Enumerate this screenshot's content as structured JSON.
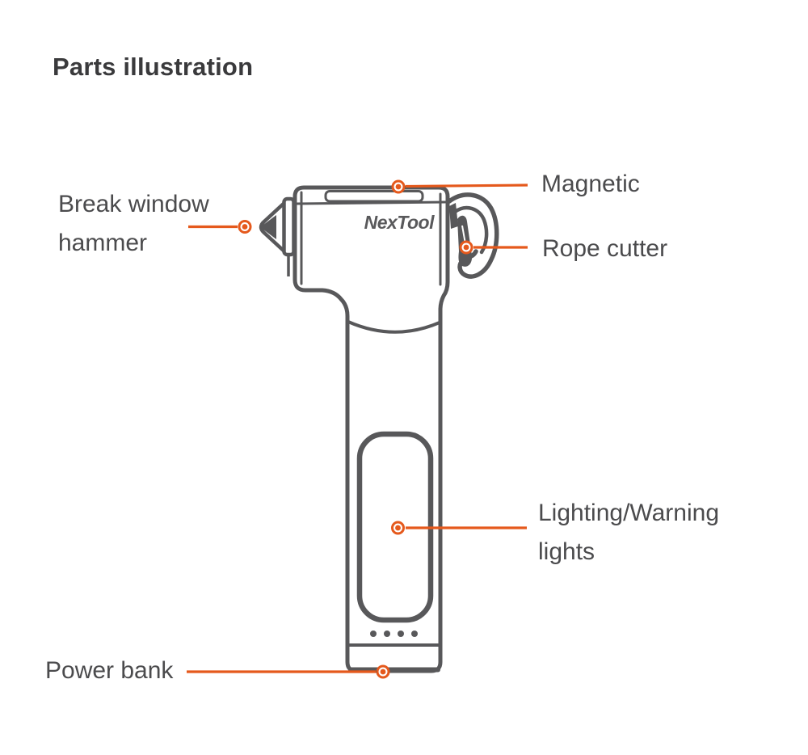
{
  "title": "Parts illustration",
  "device": {
    "brand": "NexTool",
    "battery_indicator_dots": 4
  },
  "colors": {
    "accent_orange": "#e5591c",
    "outline_gray": "#58585a",
    "label_text": "#4b4b4d",
    "title_text": "#3a3a3c",
    "background": "#ffffff"
  },
  "callouts": {
    "magnetic": {
      "label": "Magnetic"
    },
    "break_window_hammer": {
      "line1": "Break window",
      "line2": "hammer"
    },
    "rope_cutter": {
      "label": "Rope cutter"
    },
    "lighting_warning": {
      "line1": "Lighting/Warning",
      "line2": "lights"
    },
    "power_bank": {
      "label": "Power bank"
    }
  }
}
